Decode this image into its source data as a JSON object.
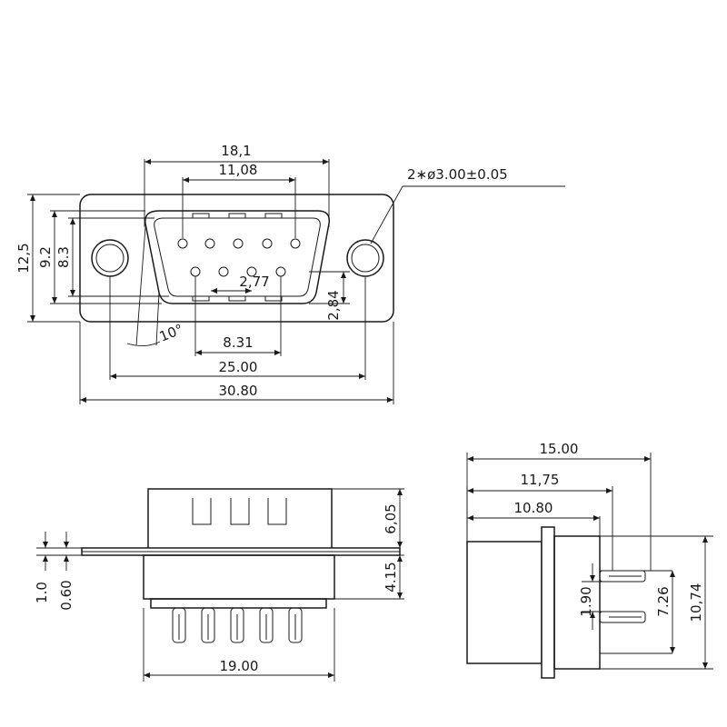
{
  "front_view": {
    "hole_note": "2∗ø3.00±0.05",
    "dim_pin_span_outer": "18,1",
    "dim_pin_span_inner": "11,08",
    "dim_total_height": "12,5",
    "dim_shell_height": "9.2",
    "dim_inner_height": "8.3",
    "dim_pitch": "2,77",
    "dim_row_offset": "2,84",
    "dim_angle": "10°",
    "dim_row_span": "8.31",
    "dim_hole_spacing": "25.00",
    "dim_total_width": "30.80"
  },
  "side_view": {
    "dim_shell_depth": "6,05",
    "dim_rear_depth": "4.15",
    "dim_flange_1": "1.0",
    "dim_flange_2": "0.60",
    "dim_width": "19.00"
  },
  "profile_view": {
    "dim_total_length": "15.00",
    "dim_length_2": "11,75",
    "dim_length_3": "10.80",
    "dim_row_gap": "1.90",
    "dim_pin_height": "7.26",
    "dim_total_height": "10,74"
  }
}
